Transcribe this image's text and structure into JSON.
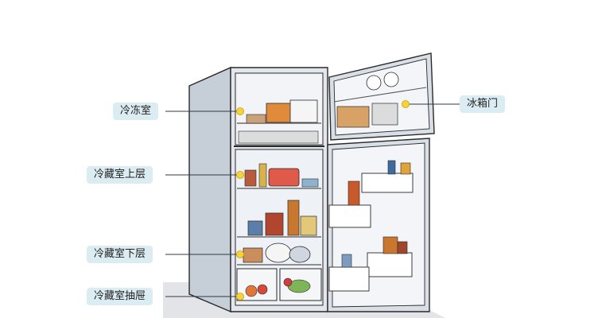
{
  "labels": {
    "freezer": "冷冻室",
    "fridge_upper": "冷藏室上层",
    "fridge_lower": "冷藏室下层",
    "fridge_drawer": "冷藏室抽屉",
    "freezer_door": "冰箱门"
  },
  "colors": {
    "label_bg": "#dcecf3",
    "marker": "#f7d23a",
    "leader_line": "#2e3a46",
    "cabinet": "#d7dde5",
    "interior": "#eef1f5"
  }
}
